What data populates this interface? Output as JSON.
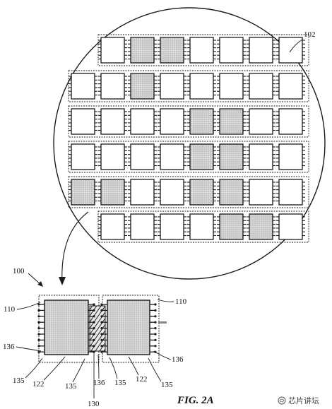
{
  "figure": {
    "title": "FIG. 2A"
  },
  "labels": {
    "wafer": "102",
    "assembly": "100",
    "frame_left": "110",
    "frame_right": "110",
    "conn_left": "136",
    "conn_right": "136",
    "conn_mid": "136",
    "pad_l1": "135",
    "pad_l2": "135",
    "pad_r1": "135",
    "pad_r2": "135",
    "die_left": "122",
    "die_right": "122",
    "bridge": "130"
  },
  "wafer_rows": [
    [
      "e",
      "f",
      "f",
      "e",
      "e",
      "e",
      "e"
    ],
    [
      "e",
      "e",
      "f",
      "e",
      "e",
      "e",
      "e",
      "e"
    ],
    [
      "e",
      "e",
      "e",
      "e",
      "f",
      "f",
      "e",
      "e"
    ],
    [
      "e",
      "e",
      "e",
      "e",
      "f",
      "f",
      "e",
      "e"
    ],
    [
      "f",
      "f",
      "e",
      "e",
      "f",
      "f",
      "e",
      "e"
    ],
    [
      "e",
      "e",
      "e",
      "e",
      "f",
      "f",
      "e"
    ]
  ],
  "watermark": {
    "text": "芯片讲坛"
  },
  "colors": {
    "ink": "#1a1a1a",
    "fill_dotted": "#cfcfcf",
    "background": "#ffffff"
  }
}
